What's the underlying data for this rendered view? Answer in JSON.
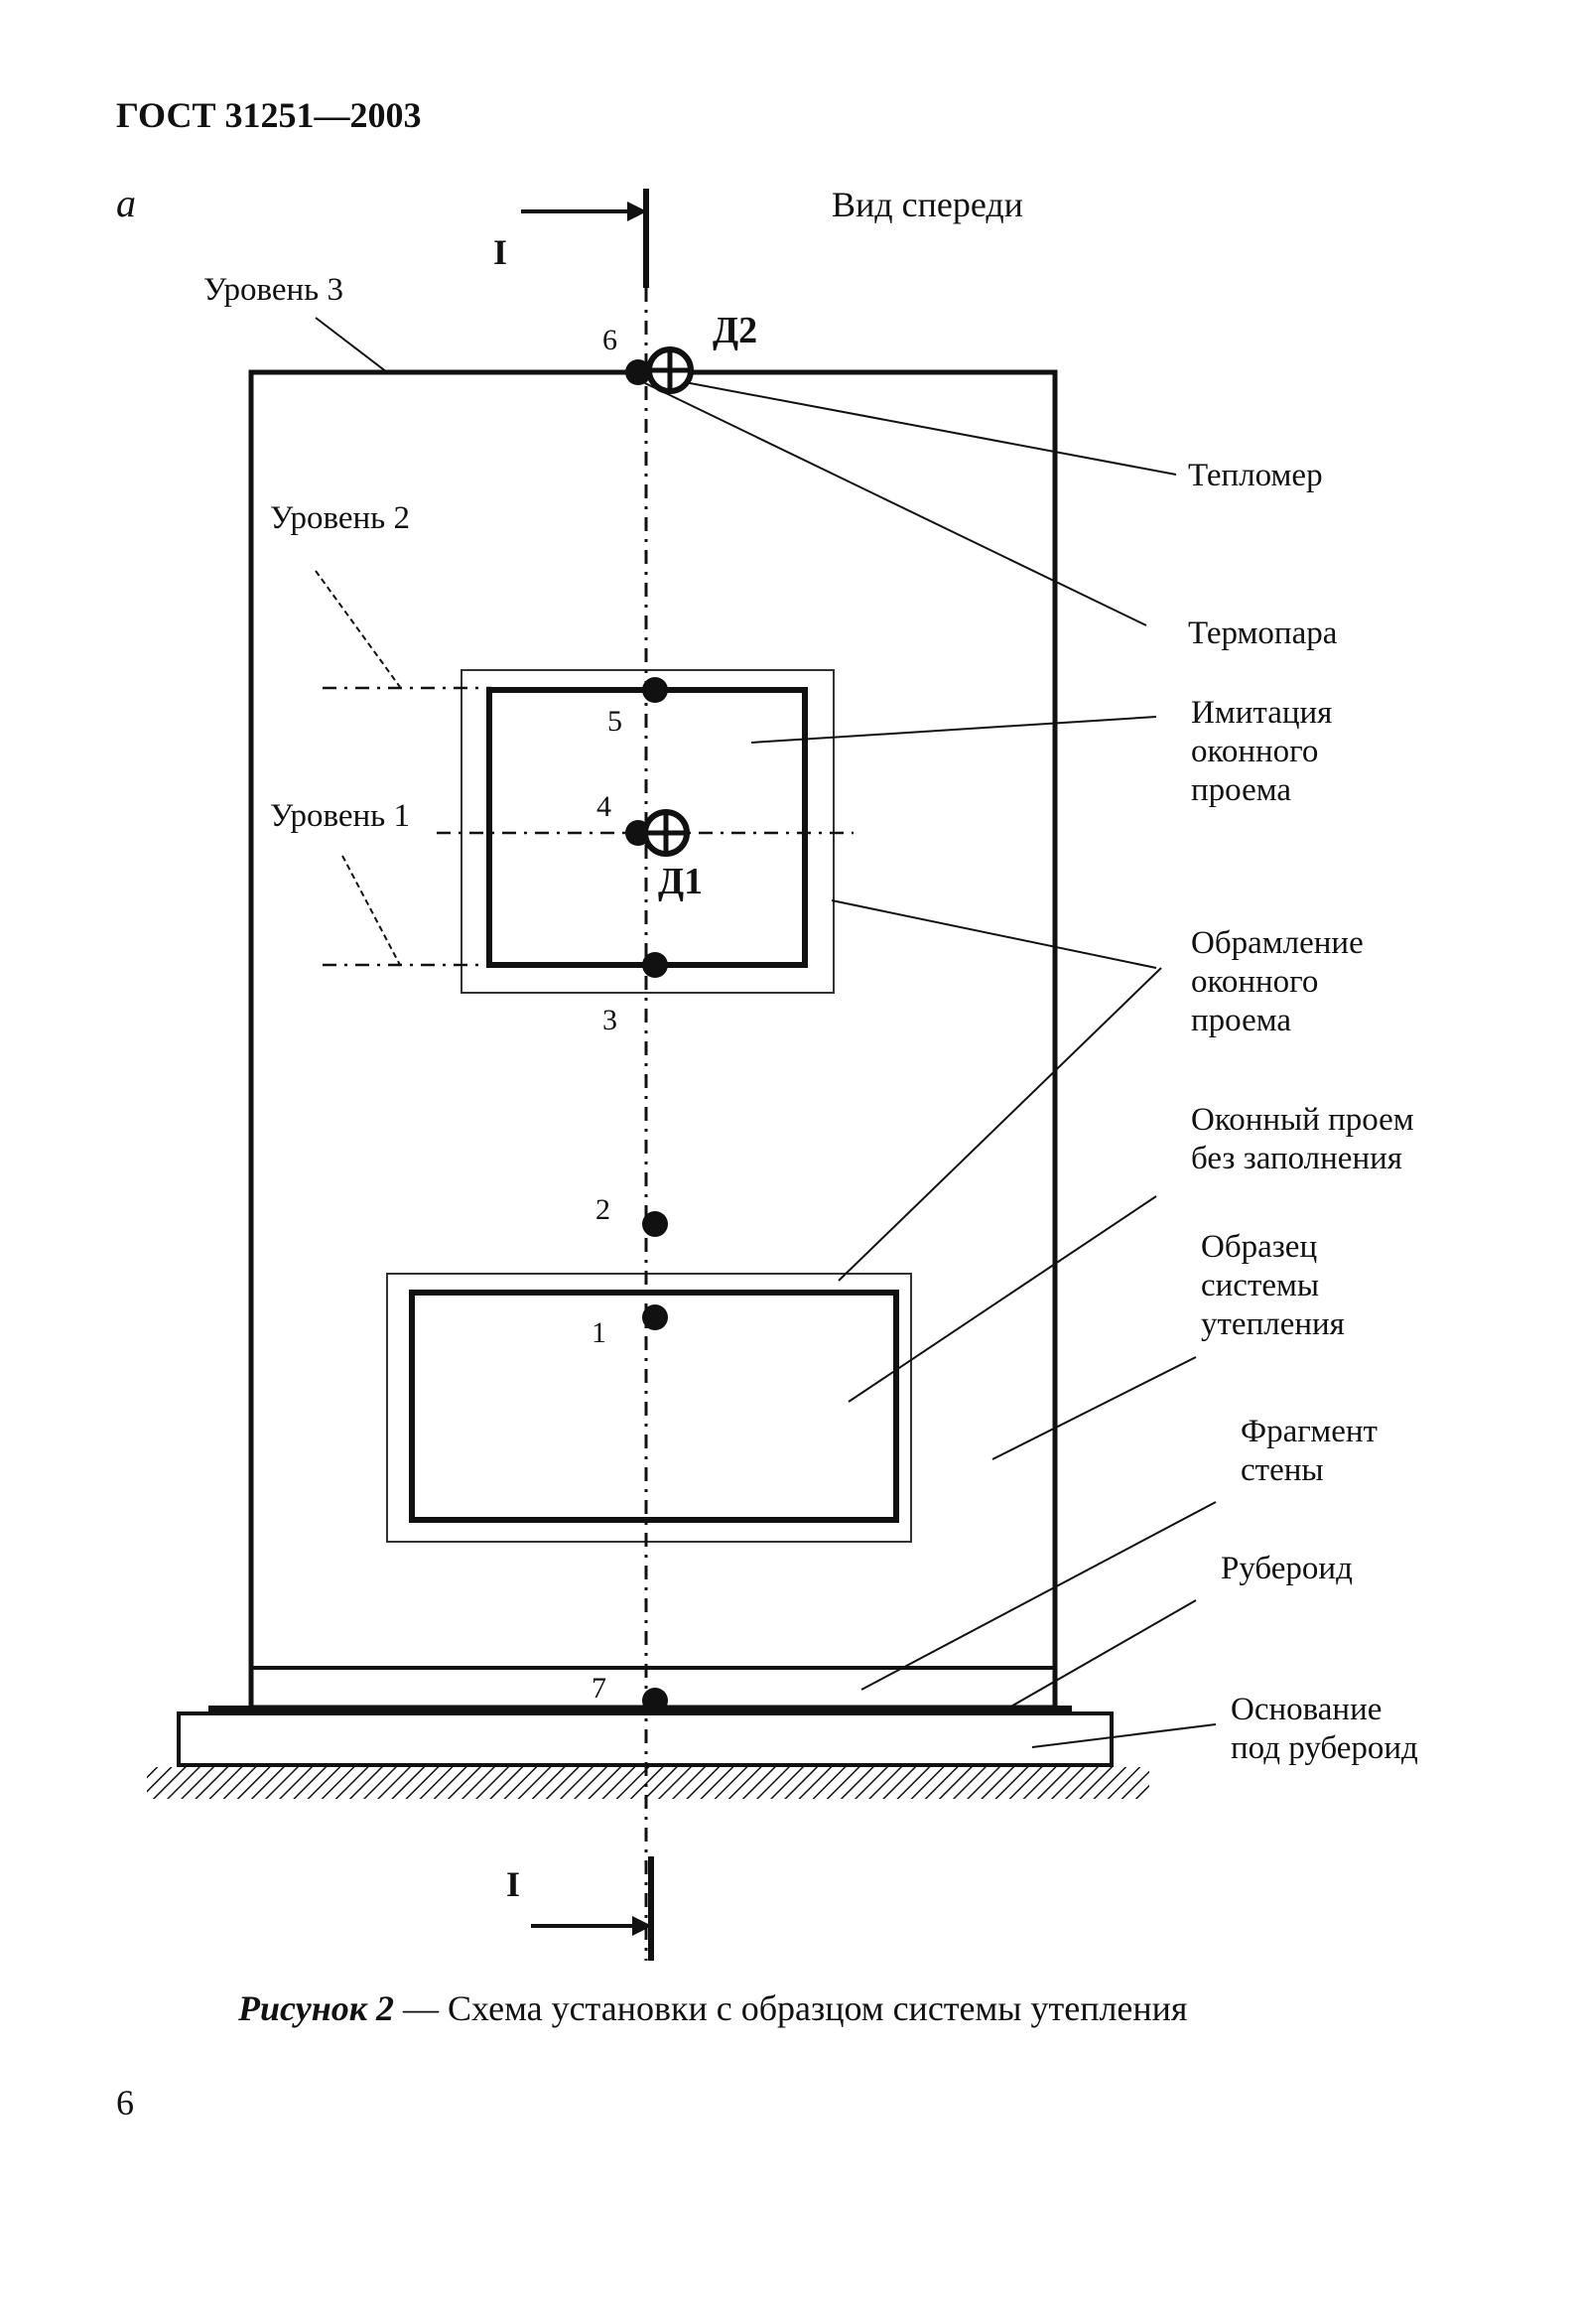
{
  "header": {
    "standard": "ГОСТ 31251—2003"
  },
  "view": {
    "panel_letter": "а",
    "title": "Вид спереди"
  },
  "section": {
    "top_label": "I",
    "bottom_label": "I"
  },
  "levels": {
    "level3": "Уровень 3",
    "level2": "Уровень 2",
    "level1": "Уровень 1"
  },
  "sensors": {
    "d1": "Д1",
    "d2": "Д2"
  },
  "points": {
    "p1": "1",
    "p2": "2",
    "p3": "3",
    "p4": "4",
    "p5": "5",
    "p6": "6",
    "p7": "7"
  },
  "callouts": {
    "heat_meter": "Тепломер",
    "thermocouple": "Термопара",
    "window_imitation": [
      "Имитация",
      "оконного",
      "проема"
    ],
    "window_framing": [
      "Обрамление",
      "оконного",
      "проема"
    ],
    "unfilled_opening": [
      "Оконный проем",
      "без заполнения"
    ],
    "insulation_sample": [
      "Образец",
      "системы",
      "утепления"
    ],
    "wall_fragment": [
      "Фрагмент",
      "стены"
    ],
    "roofing_felt": "Рубероид",
    "base": [
      "Основание",
      "под рубероид"
    ]
  },
  "caption": {
    "label": "Рисунок 2",
    "text": " — Схема установки с образцом системы утепления"
  },
  "page_number": "6"
}
